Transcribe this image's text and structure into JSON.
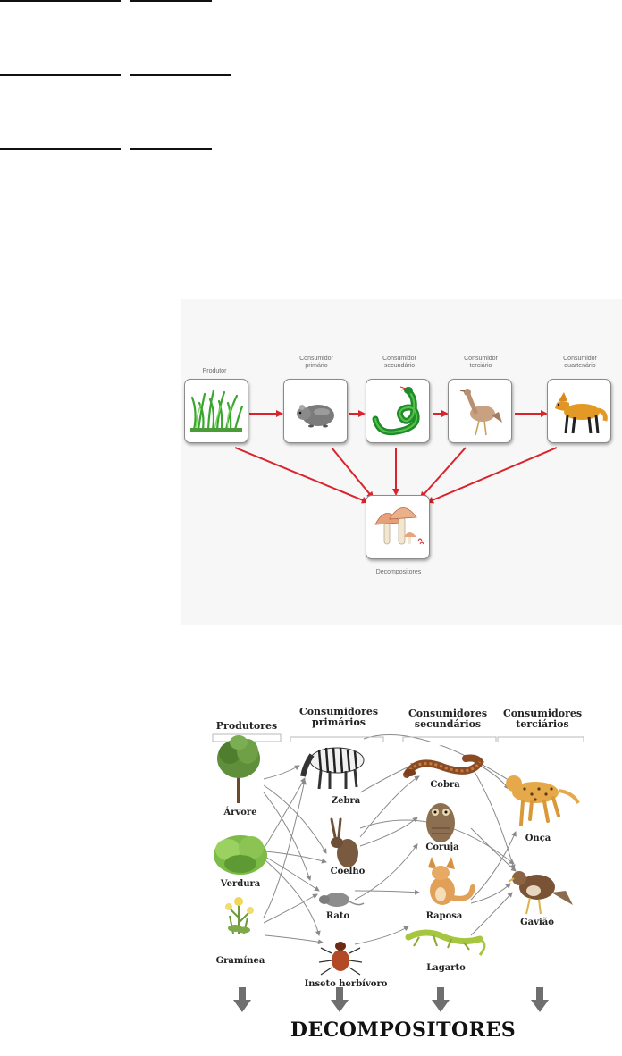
{
  "chain": {
    "produtor": "Produtor",
    "primario": "Consumidor\nprimário",
    "secundario": "Consumidor\nsecundário",
    "terciario": "Consumidor\nterciário",
    "quaternario": "Consumidor\nquartenário",
    "decompositores": "Decompositores"
  },
  "web": {
    "headers": {
      "produtores": "Produtores",
      "primarios": "Consumidores\nprimários",
      "secundarios": "Consumidores\nsecundários",
      "terciarios": "Consumidores\nterciários"
    },
    "organisms": {
      "arvore": "Árvore",
      "verdura": "Verdura",
      "graminea": "Gramínea",
      "zebra": "Zebra",
      "coelho": "Coelho",
      "rato": "Rato",
      "inseto": "Inseto herbívoro",
      "cobra": "Cobra",
      "coruja": "Coruja",
      "raposa": "Raposa",
      "lagarto": "Lagarto",
      "onca": "Onça",
      "gaviao": "Gavião"
    },
    "footer": "DECOMPOSITORES"
  },
  "colors": {
    "chain_arrow": "#d8242a",
    "web_arrow": "#8a8a8a",
    "down_arrow": "#6f6f6f"
  }
}
